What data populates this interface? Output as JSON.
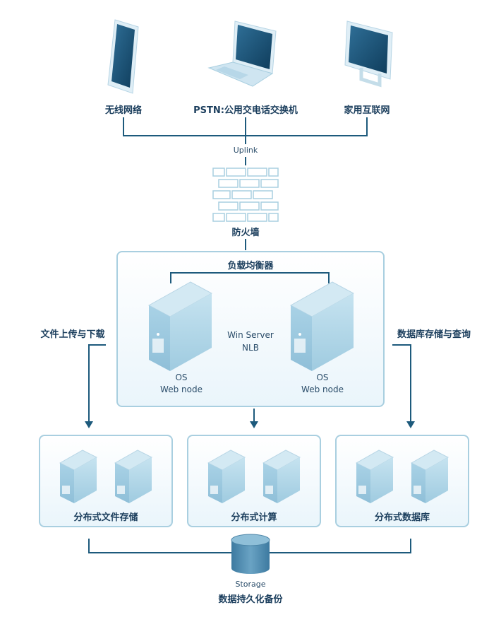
{
  "devices": {
    "wireless": "无线网络",
    "pstn": "PSTN:公用交电话交换机",
    "home": "家用互联网"
  },
  "uplink": "Uplink",
  "firewall": "防火墙",
  "load_balancer": {
    "title": "负载均衡器",
    "center_line1": "Win Server",
    "center_line2": "NLB",
    "node_os": "OS",
    "node_web": "Web node"
  },
  "side_labels": {
    "left": "文件上传与下载",
    "right": "数据库存储与查询"
  },
  "clusters": {
    "file_storage": "分布式文件存储",
    "compute": "分布式计算",
    "database": "分布式数据库"
  },
  "storage": {
    "caption": "Storage",
    "title": "数据持久化备份"
  },
  "colors": {
    "line": "#1d5a7c",
    "panel_border": "#a9cfe0",
    "server_front": "#a8d0e3",
    "server_side": "#7fb3cd",
    "server_top": "#d3e9f3",
    "cylinder": "#4d86a8"
  }
}
